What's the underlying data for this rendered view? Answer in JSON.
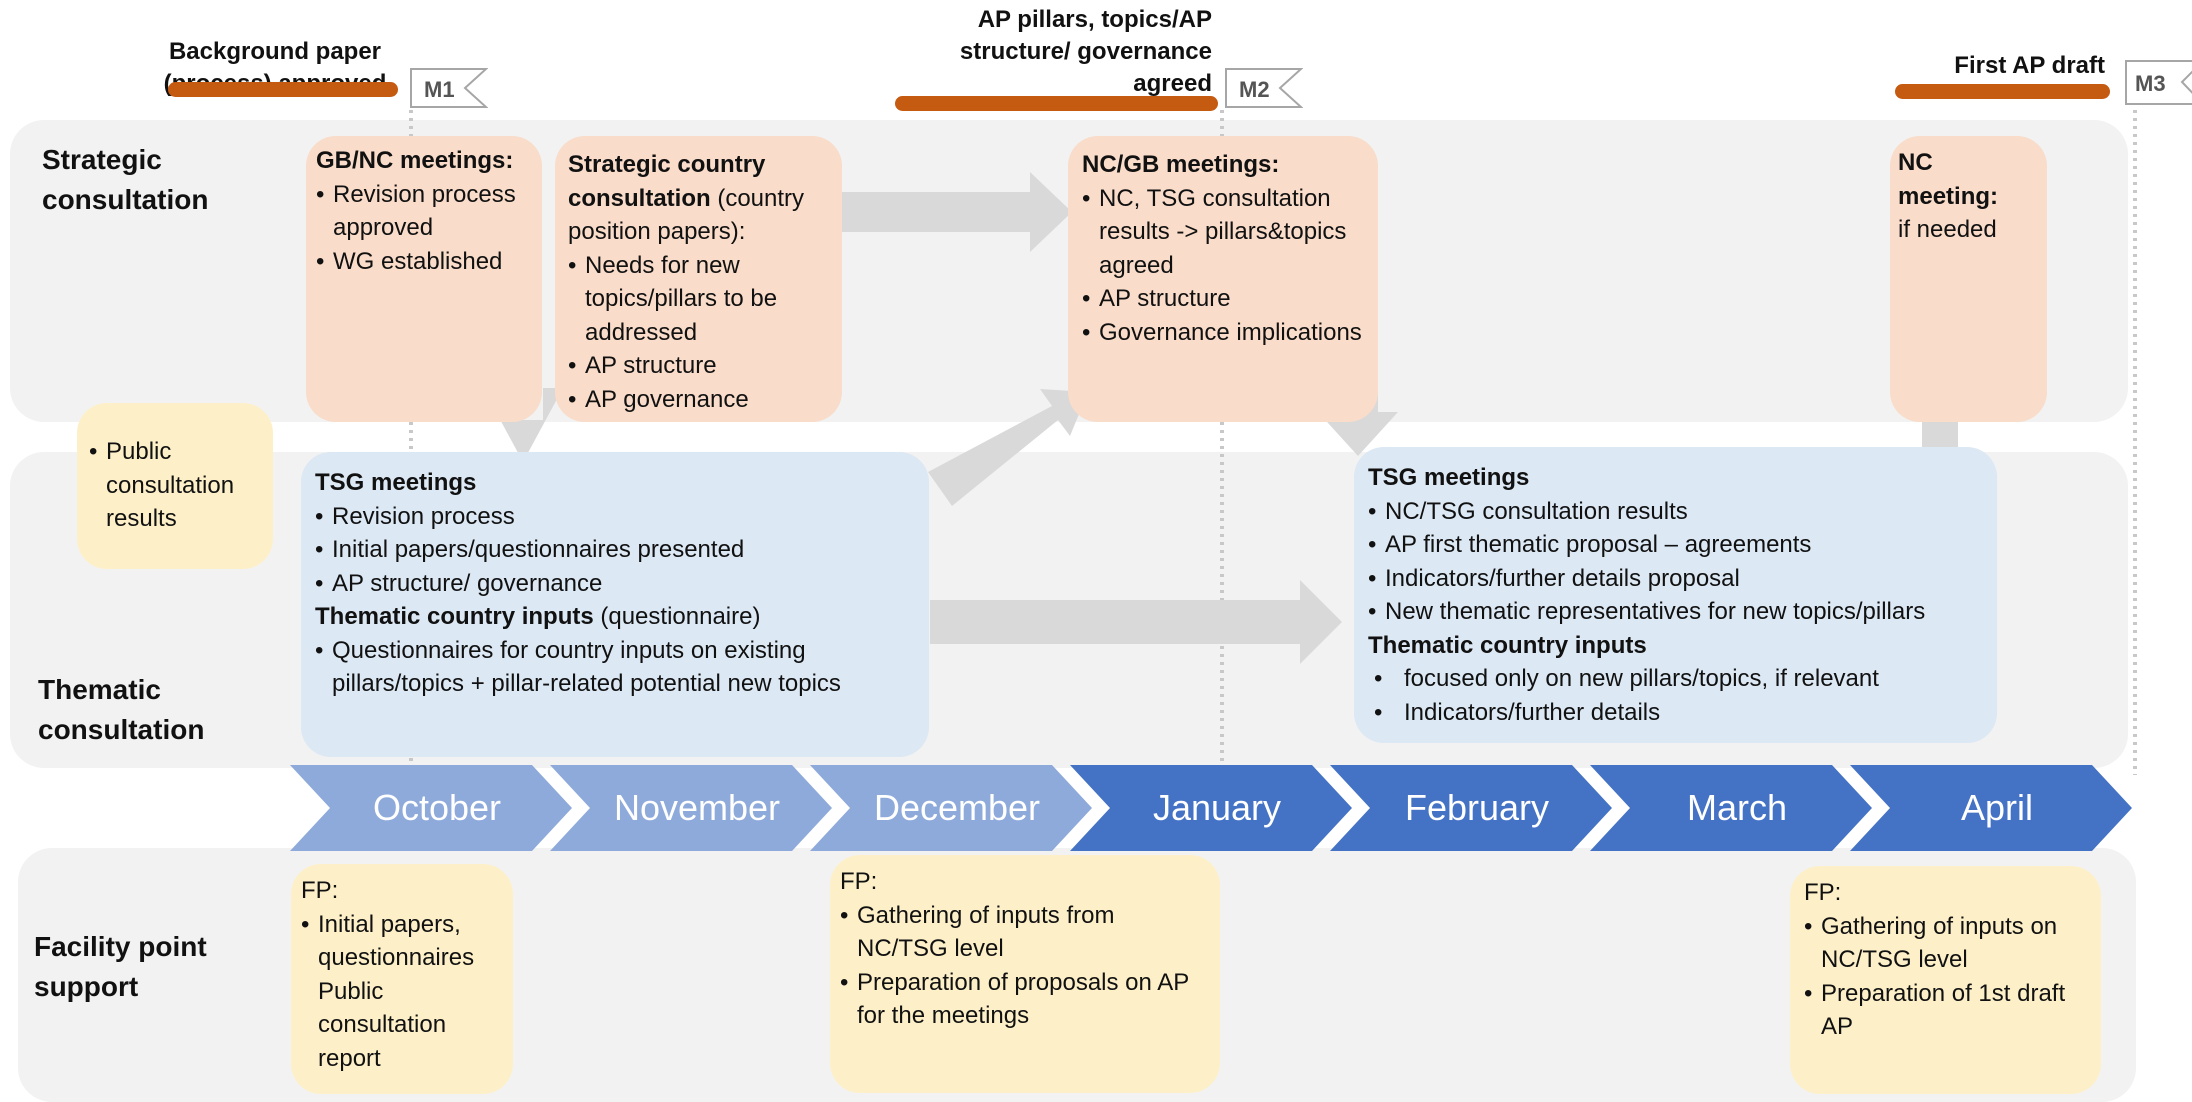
{
  "rows": {
    "strategic": "Strategic consultation",
    "thematic": "Thematic consultation",
    "facility": "Facility point support"
  },
  "milestones": [
    {
      "code": "M1",
      "text": "Background paper (process) approved"
    },
    {
      "code": "M2",
      "text": "AP pillars, topics/AP structure/ governance agreed"
    },
    {
      "code": "M3",
      "text": "First AP draft"
    }
  ],
  "months": [
    "October",
    "November",
    "December",
    "January",
    "February",
    "March",
    "April"
  ],
  "colors": {
    "month_light": "#8eaadb",
    "month_dark": "#4472c4",
    "peach": "#f9dcc9",
    "blue": "#dce8f4",
    "yellow": "#fdf0c9",
    "milestone_bar": "#c55a11",
    "band": "#f2f2f2",
    "arrow": "#d9d9d9"
  },
  "public_consultation": {
    "items": [
      "Public consultation results"
    ]
  },
  "gbnc": {
    "title": "GB/NC meetings:",
    "items": [
      "Revision process approved",
      "WG established"
    ]
  },
  "strategic_country": {
    "title_bold": "Strategic country consultation",
    "title_rest": " (country position papers):",
    "items": [
      "Needs for new topics/pillars to be addressed",
      "AP structure",
      "AP governance"
    ]
  },
  "ncgb": {
    "title": "NC/GB meetings:",
    "items": [
      "NC, TSG consultation results -> pillars&topics agreed",
      "AP structure",
      "Governance implications"
    ]
  },
  "nc_meeting": {
    "title": "NC meeting:",
    "text": "if needed"
  },
  "tsg1": {
    "title": "TSG meetings",
    "items": [
      "Revision process",
      "Initial papers/questionnaires presented",
      "AP structure/ governance"
    ],
    "sub_bold": "Thematic country inputs",
    "sub_rest": " (questionnaire)",
    "sub_items": [
      "Questionnaires for country inputs on existing pillars/topics + pillar-related potential new topics"
    ]
  },
  "tsg2": {
    "title": "TSG meetings",
    "items": [
      "NC/TSG consultation results",
      "AP first thematic proposal – agreements",
      "Indicators/further details proposal",
      "New thematic representatives for new topics/pillars"
    ],
    "sub_title": "Thematic country inputs",
    "sub_items": [
      "focused only on new pillars/topics, if relevant",
      "Indicators/further details"
    ]
  },
  "fp1": {
    "label": "FP:",
    "items": [
      "Initial papers, questionnaires Public consultation report"
    ]
  },
  "fp2": {
    "label": "FP:",
    "items": [
      "Gathering of inputs from NC/TSG level",
      "Preparation of proposals on AP for the meetings"
    ]
  },
  "fp3": {
    "label": "FP:",
    "items": [
      "Gathering of inputs on NC/TSG level",
      "Preparation of 1st draft AP"
    ]
  }
}
